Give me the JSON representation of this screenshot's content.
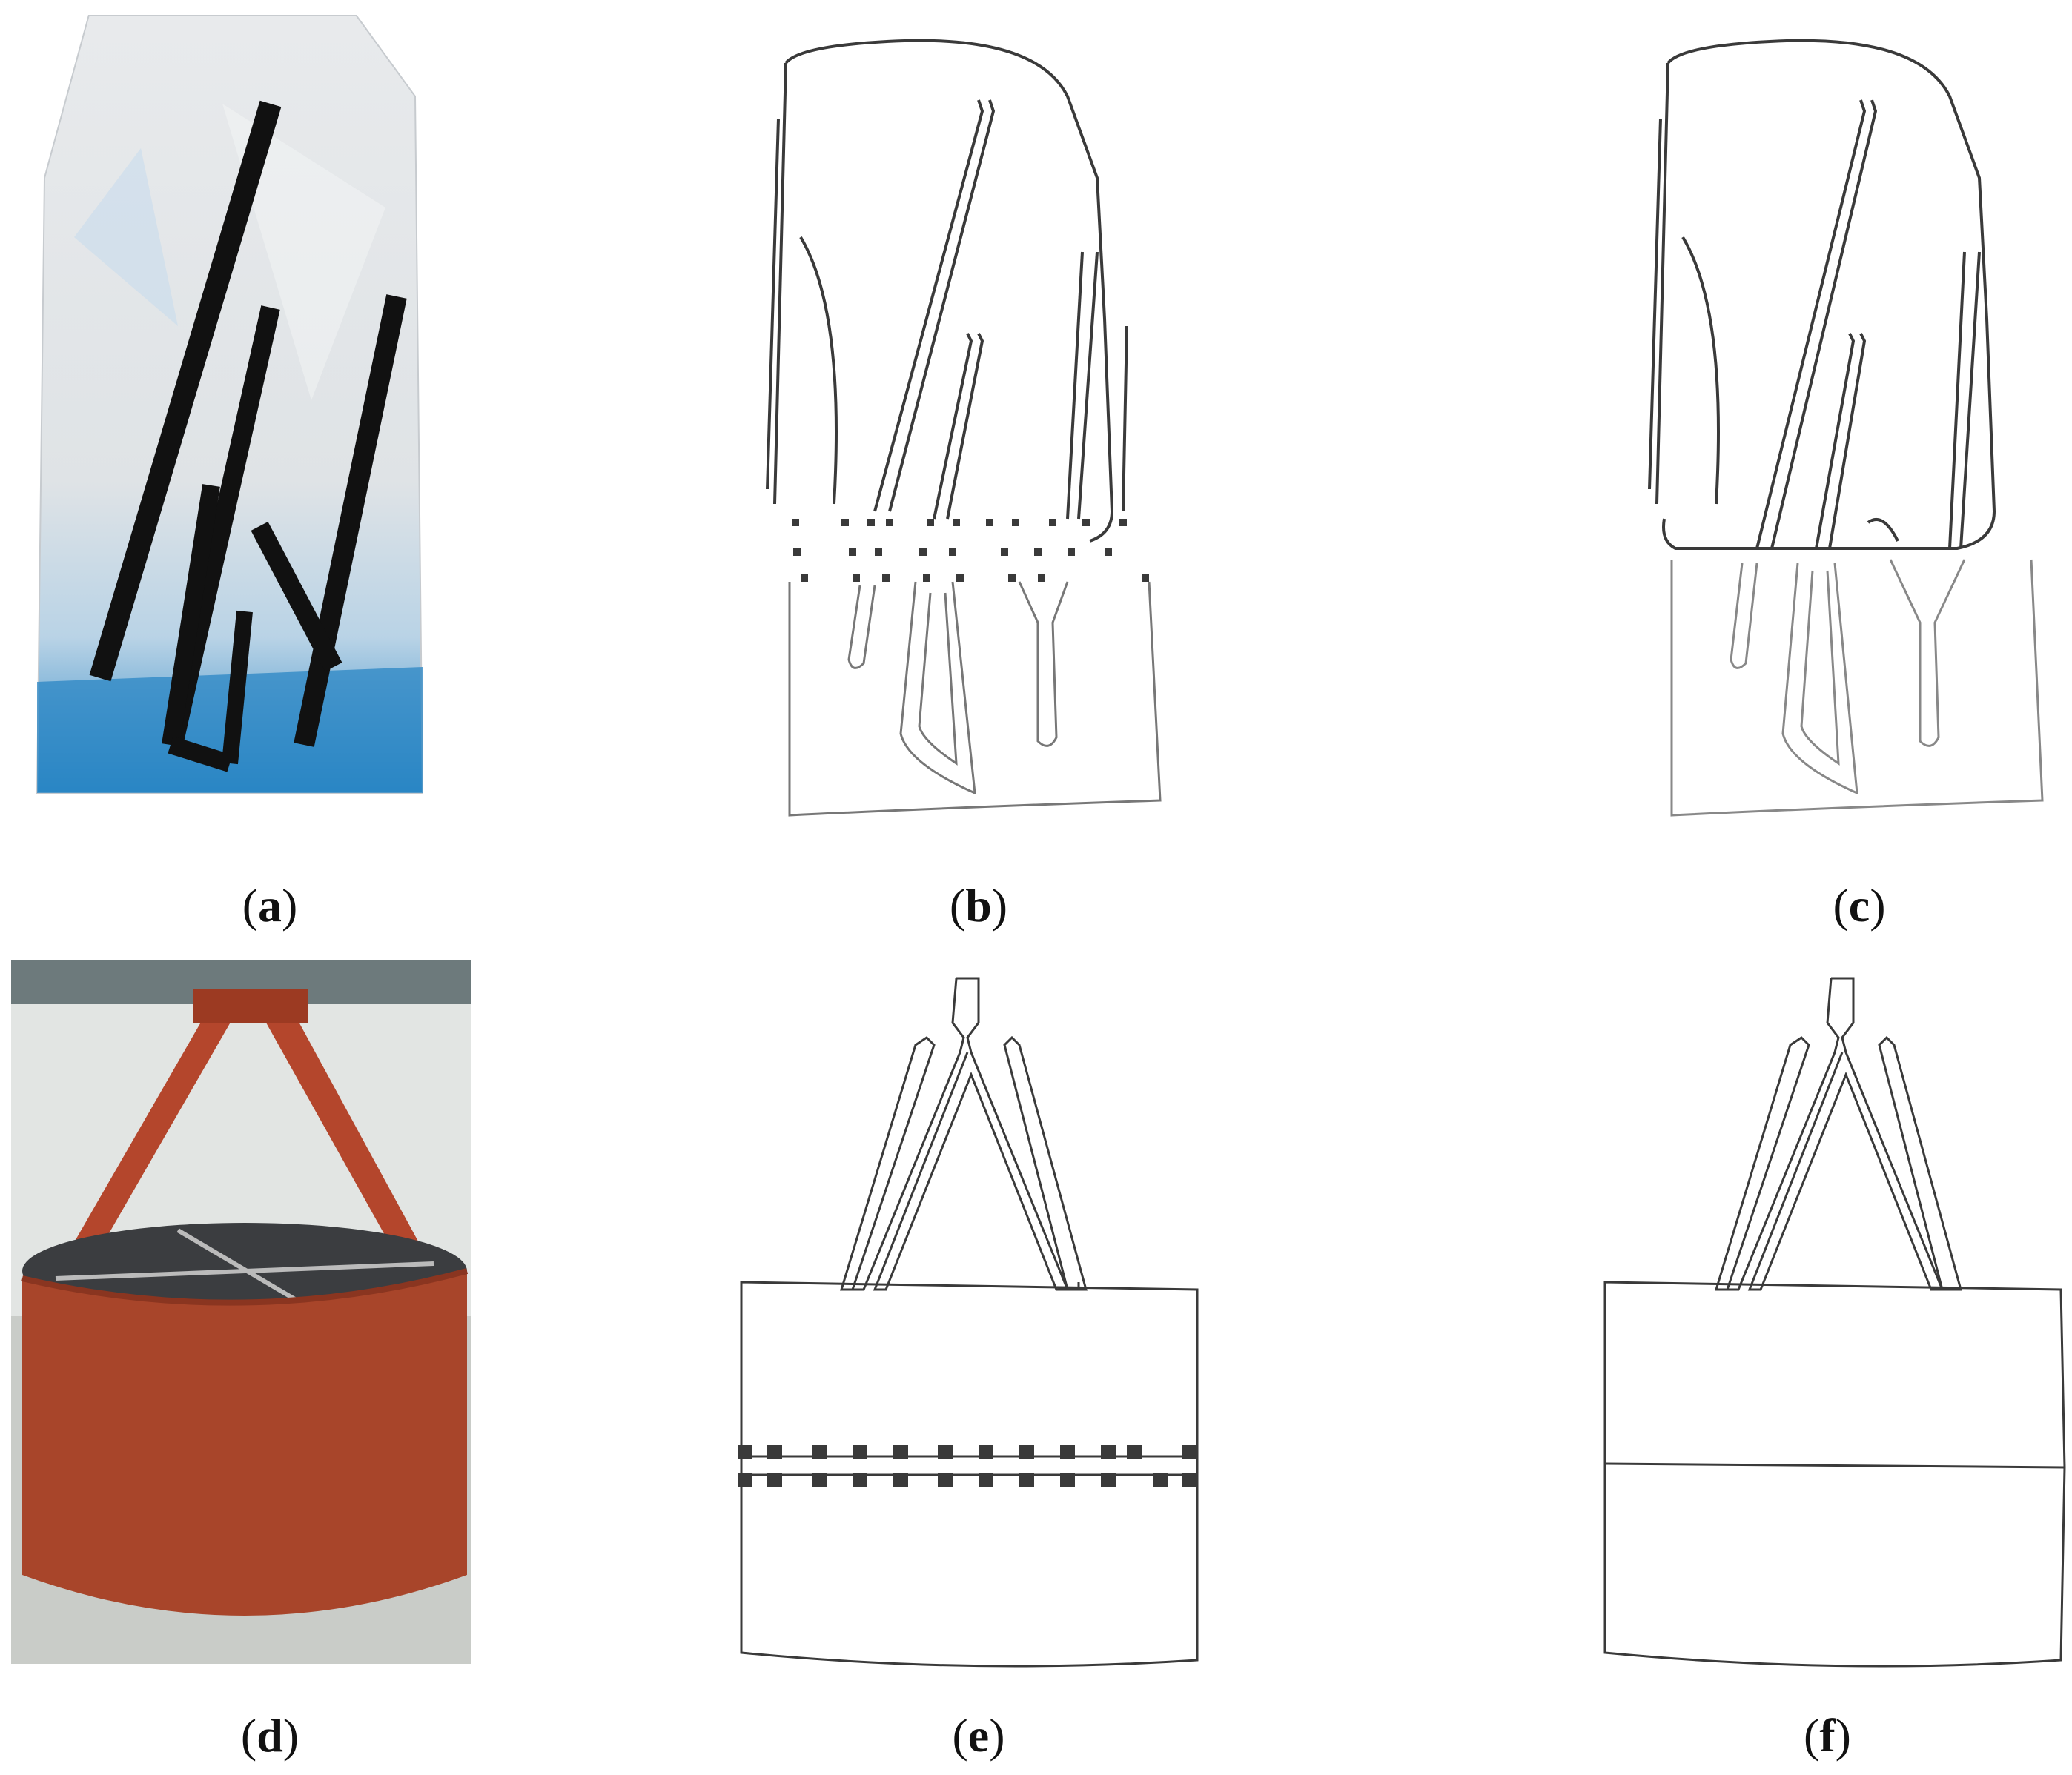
{
  "figure": {
    "panels": [
      {
        "id": "a",
        "label": "a",
        "content": "photo"
      },
      {
        "id": "b",
        "label": "b",
        "content": "edge-map"
      },
      {
        "id": "c",
        "label": "c",
        "content": "edge-map"
      },
      {
        "id": "d",
        "label": "d",
        "content": "photo"
      },
      {
        "id": "e",
        "label": "e",
        "content": "edge-map"
      },
      {
        "id": "f",
        "label": "f",
        "content": "edge-map"
      }
    ],
    "colors": {
      "background": "#ffffff",
      "line": "#3a3a3a",
      "light_line": "#8a8a8a",
      "tape": "#111111",
      "paper": "#e6e8ea",
      "blue": "#2a86c4",
      "drum": "#a8452a",
      "drum_dark": "#8a3520",
      "bracket": "#b4462c",
      "wall": "#d8dcdc",
      "drum_top": "#3b3d40"
    }
  }
}
